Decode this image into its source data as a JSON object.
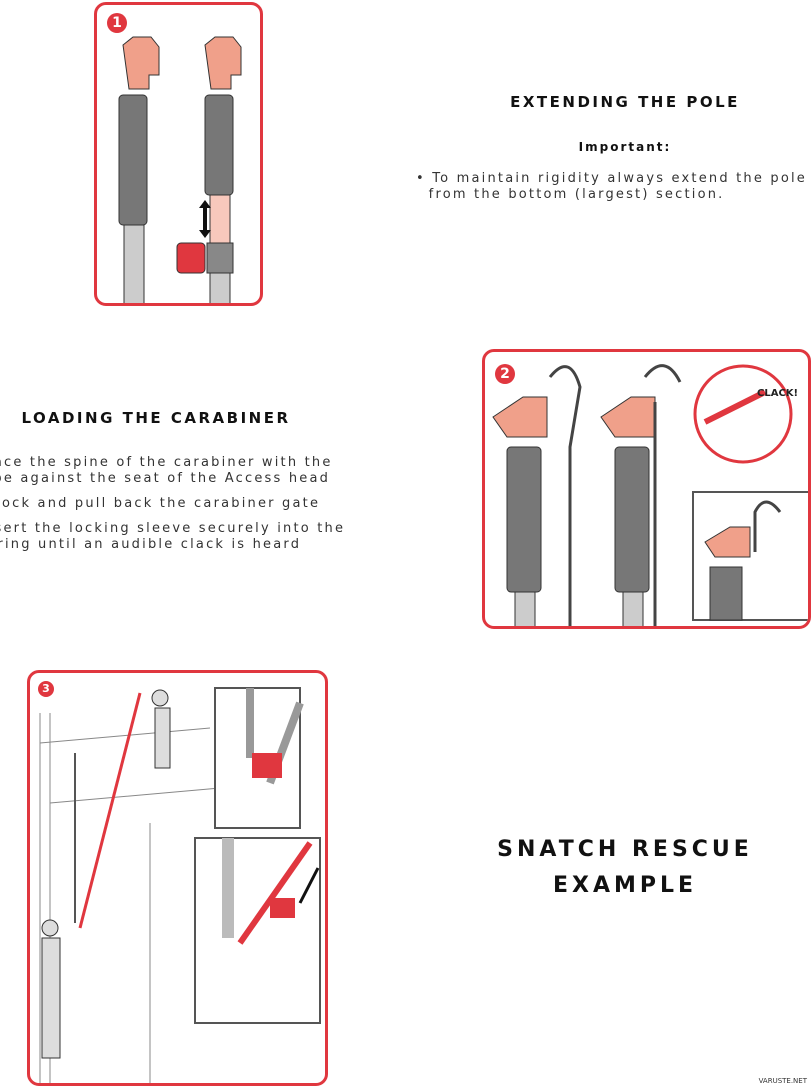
{
  "step1": {
    "badge": "1"
  },
  "extending": {
    "title": "EXTENDING THE POLE",
    "important": "Important:",
    "bullet": "To maintain rigidity always extend the pole",
    "bullet_cont": "from the bottom (largest) section."
  },
  "loading": {
    "title": "LOADING THE CARABINER",
    "items": [
      {
        "l1": "Place the spine of the carabiner with the",
        "l2": "rope against the seat of the Access head"
      },
      {
        "l1": "Unlock and pull back the carabiner gate"
      },
      {
        "l1": "Insert the locking sleeve securely into the",
        "l2": "spring until an audible clack is heard"
      }
    ]
  },
  "step2": {
    "badge": "2",
    "callout": "CLACK!"
  },
  "step3": {
    "badge": "3"
  },
  "snatch": {
    "line1": "SNATCH RESCUE",
    "line2": "EXAMPLE"
  },
  "watermark": "VARUSTE.NET",
  "colors": {
    "accent": "#e0373f",
    "salmon": "#f0a08a",
    "grey": "#777"
  }
}
